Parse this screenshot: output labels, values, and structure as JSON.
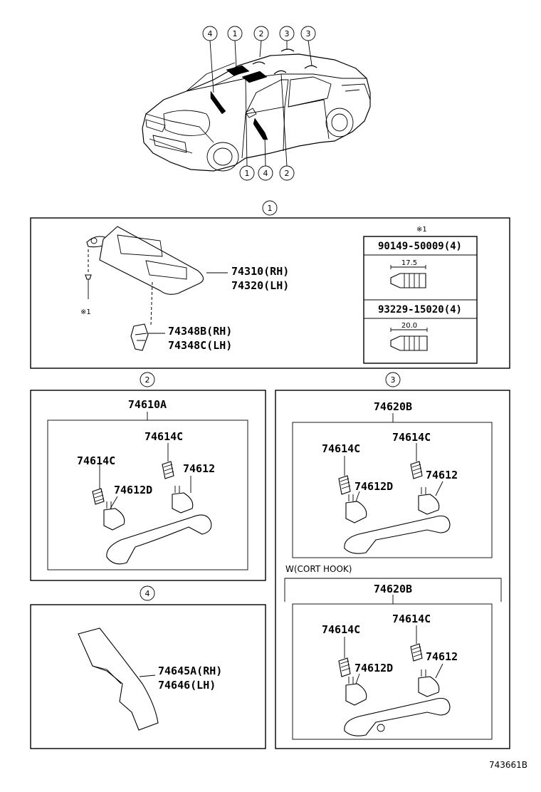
{
  "callouts": {
    "c1": "1",
    "c2": "2",
    "c3": "3",
    "c4": "4"
  },
  "visor": {
    "part_rh": "74310(RH)",
    "part_lh": "74320(LH)",
    "holder_rh": "74348B(RH)",
    "holder_lh": "74348C(LH)",
    "note_mark": "※1"
  },
  "screw_table": {
    "header_mark": "※1",
    "screw1_part": "90149-50009(4)",
    "screw1_length": "17.5",
    "screw2_part": "93229-15020(4)",
    "screw2_length": "20.0"
  },
  "grip2": {
    "assembly": "74610A",
    "cap_left": "74614C",
    "cap_right": "74614C",
    "bracket_left": "74612D",
    "bracket_right": "74612"
  },
  "grip3": {
    "assembly": "74620B",
    "cap_left": "74614C",
    "cap_right": "74614C",
    "bracket_left": "74612D",
    "bracket_right": "74612",
    "variant_label": "W(CORT HOOK)",
    "assembly2": "74620B",
    "cap_left2": "74614C",
    "cap_right2": "74614C",
    "bracket_left2": "74612D",
    "bracket_right2": "74612"
  },
  "pillar": {
    "part_rh": "74645A(RH)",
    "part_lh": "74646(LH)"
  },
  "figure_id": "743661B"
}
